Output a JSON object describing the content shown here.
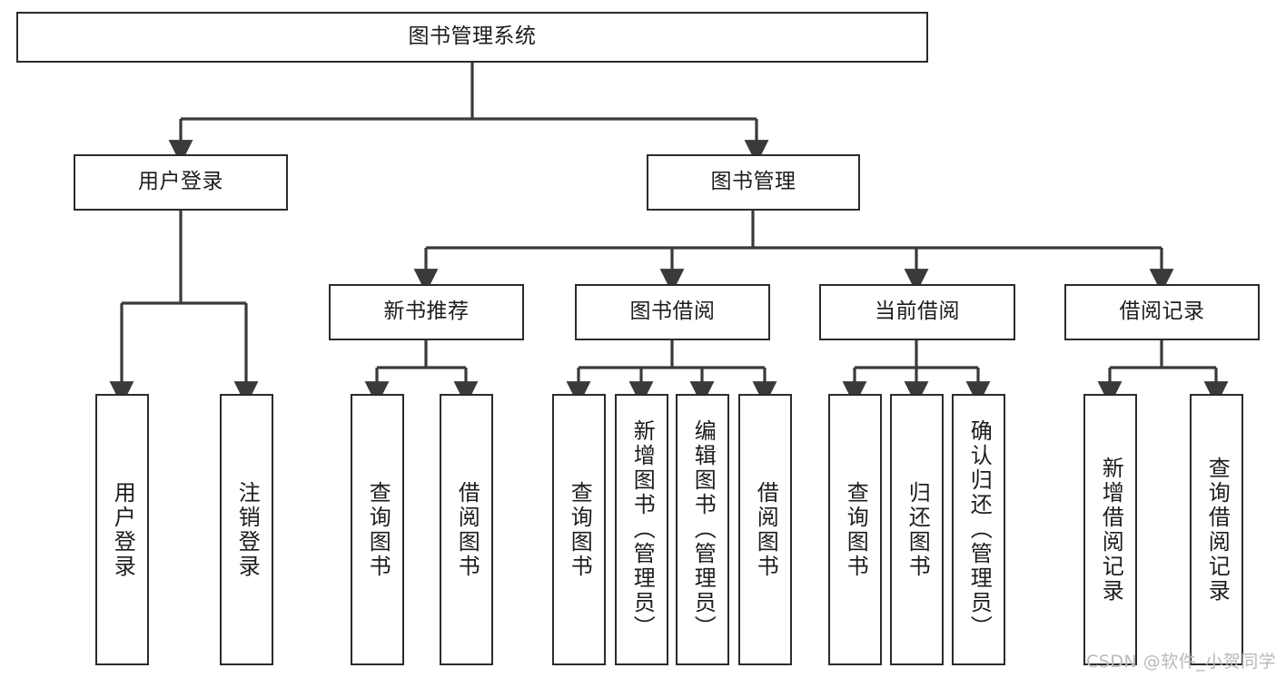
{
  "diagram": {
    "title": "图书管理系统",
    "type": "tree-hierarchy-chart",
    "colors": {
      "box_border": "#2b2b2b",
      "box_fill": "#ffffff",
      "connector": "#3a3a3a",
      "text": "#1c1c1c",
      "watermark": "#b9b9b9",
      "background": "#ffffff"
    },
    "nodes": {
      "root": {
        "label": "图书管理系统"
      },
      "level2": [
        {
          "label": "用户登录"
        },
        {
          "label": "图书管理"
        }
      ],
      "level3": [
        {
          "label": "新书推荐"
        },
        {
          "label": "图书借阅"
        },
        {
          "label": "当前借阅"
        },
        {
          "label": "借阅记录"
        }
      ],
      "leaves": {
        "user_login": [
          {
            "label": "用户登录"
          },
          {
            "label": "注销登录"
          }
        ],
        "new_book_recommend": [
          {
            "label": "查询图书"
          },
          {
            "label": "借阅图书"
          }
        ],
        "book_borrow": [
          {
            "label": "查询图书"
          },
          {
            "label": "新增图书（管理员）"
          },
          {
            "label": "编辑图书（管理员）"
          },
          {
            "label": "借阅图书"
          }
        ],
        "current_borrow": [
          {
            "label": "查询图书"
          },
          {
            "label": "归还图书"
          },
          {
            "label": "确认归还（管理员）"
          }
        ],
        "borrow_record": [
          {
            "label": "新增借阅记录"
          },
          {
            "label": "查询借阅记录"
          }
        ]
      }
    },
    "watermark": "CSDN @软件_小贺同学"
  }
}
